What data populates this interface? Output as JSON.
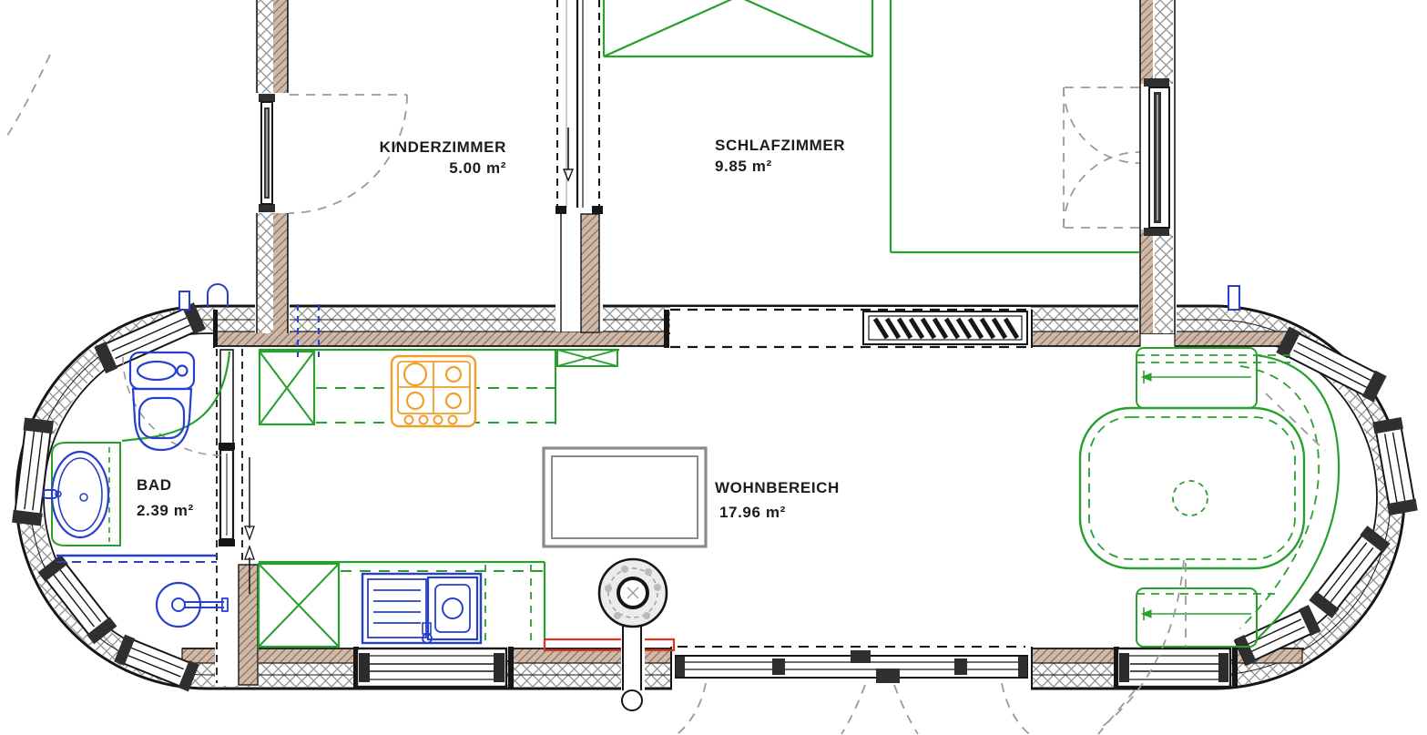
{
  "plan": {
    "type": "floor-plan",
    "language": "de",
    "rooms": [
      {
        "name": "KINDERZIMMER",
        "area": "5.00 m²"
      },
      {
        "name": "SCHLAFZIMMER",
        "area": "9.85 m²"
      },
      {
        "name": "BAD",
        "area": "2.39 m²"
      },
      {
        "name": "WOHNBEREICH",
        "area": "17.96 m²"
      }
    ],
    "fixtures": [
      "toilet",
      "washbasin",
      "shower-head",
      "shower-screen",
      "gas-hob",
      "kitchen-sink",
      "kitchen-cabinet",
      "wood-stove",
      "stove-flue",
      "dining-table",
      "double-bed",
      "child-bed",
      "wardrobe",
      "sofa-bench",
      "radiator-grille",
      "folding-glass-door",
      "sliding-door",
      "hinged-door",
      "window",
      "vent-pipe"
    ],
    "colors": {
      "furniture_green": "#27a02d",
      "plumbing_blue": "#2740cc",
      "hob_orange": "#ef9f2a",
      "wood_wall_fill": "#cfbaa9",
      "wood_wall_hatch": "#8d7260",
      "heat_shield_red": "#e23222",
      "line_black": "#161616",
      "door_swing_gray": "#9a9a9a",
      "table_gray": "#8a8a8a"
    }
  }
}
